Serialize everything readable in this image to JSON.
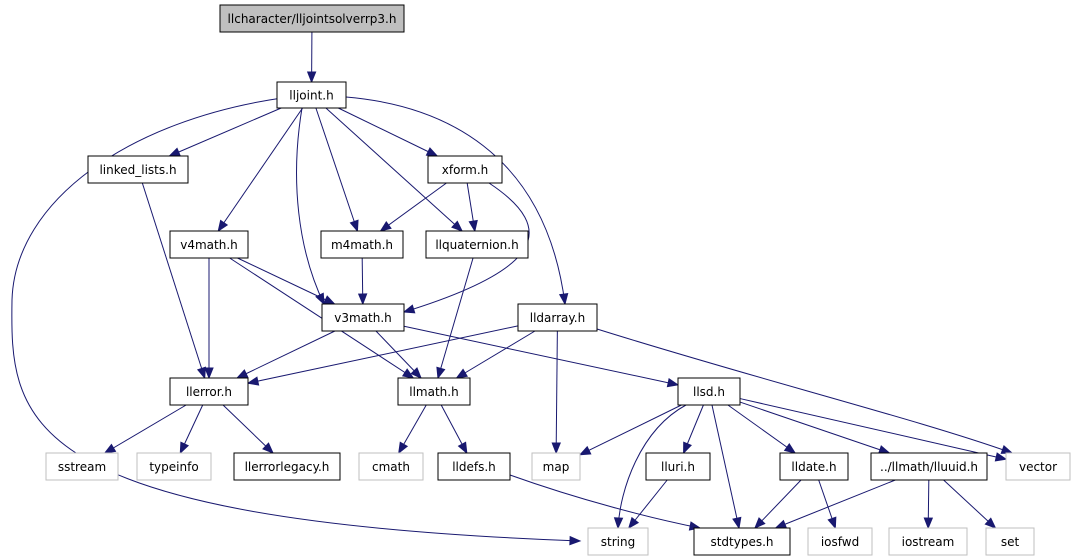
{
  "diagram": {
    "colors": {
      "edge": "#191970",
      "root_fill": "#bfbfbf",
      "node_fill": "#ffffff",
      "node_border": "#000000",
      "external_border": "#bfbfbf",
      "external_text": "#000000"
    },
    "nodes": [
      {
        "id": "n_root",
        "label": "llcharacter/lljointsolverrp3.h",
        "kind": "root"
      },
      {
        "id": "n_lljoint",
        "label": "lljoint.h",
        "kind": "file"
      },
      {
        "id": "n_linked",
        "label": "linked_lists.h",
        "kind": "file"
      },
      {
        "id": "n_xform",
        "label": "xform.h",
        "kind": "file"
      },
      {
        "id": "n_v4",
        "label": "v4math.h",
        "kind": "file"
      },
      {
        "id": "n_m4",
        "label": "m4math.h",
        "kind": "file"
      },
      {
        "id": "n_quat",
        "label": "llquaternion.h",
        "kind": "file"
      },
      {
        "id": "n_v3",
        "label": "v3math.h",
        "kind": "file"
      },
      {
        "id": "n_lldarray",
        "label": "lldarray.h",
        "kind": "file"
      },
      {
        "id": "n_llerror",
        "label": "llerror.h",
        "kind": "file"
      },
      {
        "id": "n_llmath",
        "label": "llmath.h",
        "kind": "file"
      },
      {
        "id": "n_llsd",
        "label": "llsd.h",
        "kind": "file"
      },
      {
        "id": "n_sstream",
        "label": "sstream",
        "kind": "external"
      },
      {
        "id": "n_typeinfo",
        "label": "typeinfo",
        "kind": "external"
      },
      {
        "id": "n_llerrorlegacy",
        "label": "llerrorlegacy.h",
        "kind": "file"
      },
      {
        "id": "n_cmath",
        "label": "cmath",
        "kind": "external"
      },
      {
        "id": "n_lldefs",
        "label": "lldefs.h",
        "kind": "file"
      },
      {
        "id": "n_map",
        "label": "map",
        "kind": "external"
      },
      {
        "id": "n_lluri",
        "label": "lluri.h",
        "kind": "file"
      },
      {
        "id": "n_lldate",
        "label": "lldate.h",
        "kind": "file"
      },
      {
        "id": "n_lluuid",
        "label": "../llmath/lluuid.h",
        "kind": "file"
      },
      {
        "id": "n_vector",
        "label": "vector",
        "kind": "external"
      },
      {
        "id": "n_string",
        "label": "string",
        "kind": "external"
      },
      {
        "id": "n_stdtypes",
        "label": "stdtypes.h",
        "kind": "file"
      },
      {
        "id": "n_iosfwd",
        "label": "iosfwd",
        "kind": "external"
      },
      {
        "id": "n_iostream",
        "label": "iostream",
        "kind": "external"
      },
      {
        "id": "n_set",
        "label": "set",
        "kind": "external"
      }
    ],
    "edges": [
      [
        "n_root",
        "n_lljoint"
      ],
      [
        "n_lljoint",
        "n_linked"
      ],
      [
        "n_lljoint",
        "n_xform"
      ],
      [
        "n_lljoint",
        "n_v4"
      ],
      [
        "n_lljoint",
        "n_m4"
      ],
      [
        "n_lljoint",
        "n_quat"
      ],
      [
        "n_lljoint",
        "n_v3"
      ],
      [
        "n_lljoint",
        "n_lldarray"
      ],
      [
        "n_lljoint",
        "n_string"
      ],
      [
        "n_linked",
        "n_llerror"
      ],
      [
        "n_xform",
        "n_m4"
      ],
      [
        "n_xform",
        "n_quat"
      ],
      [
        "n_xform",
        "n_v3"
      ],
      [
        "n_v4",
        "n_v3"
      ],
      [
        "n_v4",
        "n_llerror"
      ],
      [
        "n_v4",
        "n_llmath"
      ],
      [
        "n_m4",
        "n_v3"
      ],
      [
        "n_quat",
        "n_llmath"
      ],
      [
        "n_v3",
        "n_llerror"
      ],
      [
        "n_v3",
        "n_llmath"
      ],
      [
        "n_v3",
        "n_llsd"
      ],
      [
        "n_lldarray",
        "n_llerror"
      ],
      [
        "n_lldarray",
        "n_llmath"
      ],
      [
        "n_lldarray",
        "n_map"
      ],
      [
        "n_lldarray",
        "n_vector"
      ],
      [
        "n_llerror",
        "n_sstream"
      ],
      [
        "n_llerror",
        "n_typeinfo"
      ],
      [
        "n_llerror",
        "n_llerrorlegacy"
      ],
      [
        "n_llmath",
        "n_cmath"
      ],
      [
        "n_llmath",
        "n_lldefs"
      ],
      [
        "n_lldefs",
        "n_stdtypes"
      ],
      [
        "n_llsd",
        "n_map"
      ],
      [
        "n_llsd",
        "n_string"
      ],
      [
        "n_llsd",
        "n_lluri"
      ],
      [
        "n_llsd",
        "n_stdtypes"
      ],
      [
        "n_llsd",
        "n_lldate"
      ],
      [
        "n_llsd",
        "n_lluuid"
      ],
      [
        "n_llsd",
        "n_vector"
      ],
      [
        "n_lluri",
        "n_string"
      ],
      [
        "n_lldate",
        "n_stdtypes"
      ],
      [
        "n_lldate",
        "n_iosfwd"
      ],
      [
        "n_lluuid",
        "n_stdtypes"
      ],
      [
        "n_lluuid",
        "n_iostream"
      ],
      [
        "n_lluuid",
        "n_set"
      ]
    ]
  }
}
